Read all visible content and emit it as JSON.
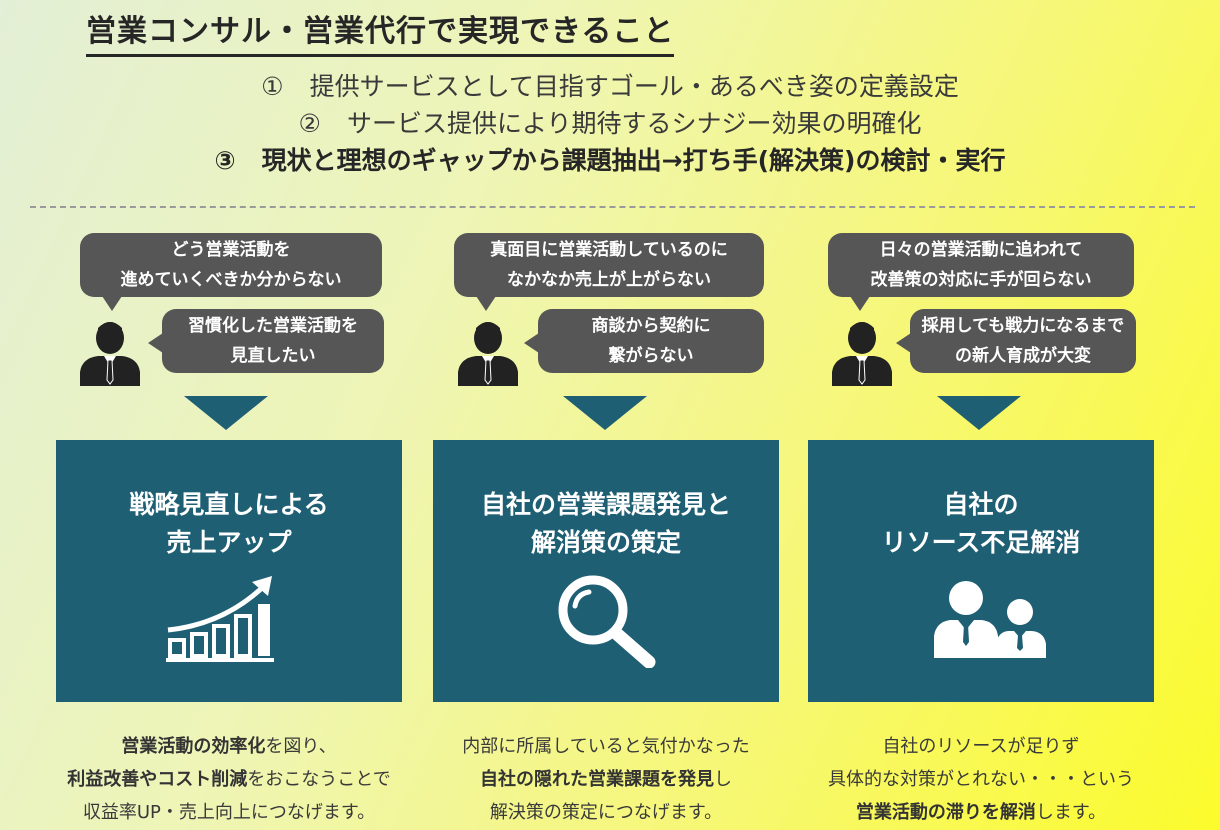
{
  "title": "営業コンサル・営業代行で実現できること",
  "points": [
    {
      "num": "①",
      "text": "提供サービスとして目指すゴール・あるべき姿の定義設定"
    },
    {
      "num": "②",
      "text": "サービス提供により期待するシナジー効果の明確化"
    },
    {
      "num": "③",
      "text": "現状と理想のギャップから課題抽出→打ち手(解決策)の検討・実行"
    }
  ],
  "columns": [
    {
      "bubble_top": [
        "どう営業活動を",
        "進めていくべきか分からない"
      ],
      "bubble_side": [
        "習慣化した営業活動を",
        "見直したい"
      ],
      "box_title": [
        "戦略見直しによる",
        "売上アップ"
      ],
      "icon": "growth-chart-icon",
      "desc": [
        {
          "b": "営業活動の効率化",
          "t": "を図り、"
        },
        {
          "b": "利益改善やコスト削減",
          "t": "をおこなうことで"
        },
        {
          "b": "",
          "t": "収益率UP・売上向上につなげます。"
        }
      ]
    },
    {
      "bubble_top": [
        "真面目に営業活動しているのに",
        "なかなか売上が上がらない"
      ],
      "bubble_side": [
        "商談から契約に",
        "繋がらない"
      ],
      "box_title": [
        "自社の営業課題発見と",
        "解消策の策定"
      ],
      "icon": "magnifier-icon",
      "desc": [
        {
          "b": "",
          "t": "内部に所属していると気付かなった"
        },
        {
          "b": "自社の隠れた営業課題を発見",
          "t": "し"
        },
        {
          "b": "",
          "t": "解決策の策定につなげます。"
        }
      ]
    },
    {
      "bubble_top": [
        "日々の営業活動に追われて",
        "改善策の対応に手が回らない"
      ],
      "bubble_side": [
        "採用しても戦力になるまで",
        "の新人育成が大変"
      ],
      "box_title": [
        "自社の",
        "リソース不足解消"
      ],
      "icon": "people-icon",
      "desc": [
        {
          "b": "",
          "t": "自社のリソースが足りず"
        },
        {
          "b": "",
          "t": "具体的な対策がとれない・・・という"
        },
        {
          "b": "営業活動の滞りを解消",
          "t": "します。"
        }
      ]
    }
  ],
  "colors": {
    "box": "#1f5f74",
    "bubble": "#565656"
  }
}
